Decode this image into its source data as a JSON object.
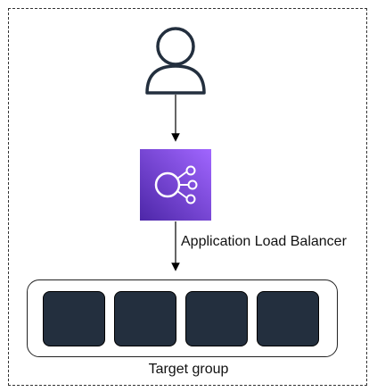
{
  "labels": {
    "load_balancer": "Application Load Balancer",
    "target_group": "Target group"
  },
  "icons": {
    "user": "user-icon",
    "load_balancer": "elastic-load-balancing-icon"
  },
  "colors": {
    "alb_gradient_start": "#4d27a8",
    "alb_gradient_end": "#a166ff",
    "target_fill": "#232f3e",
    "line": "#000000"
  },
  "target_group": {
    "target_count": 4
  }
}
